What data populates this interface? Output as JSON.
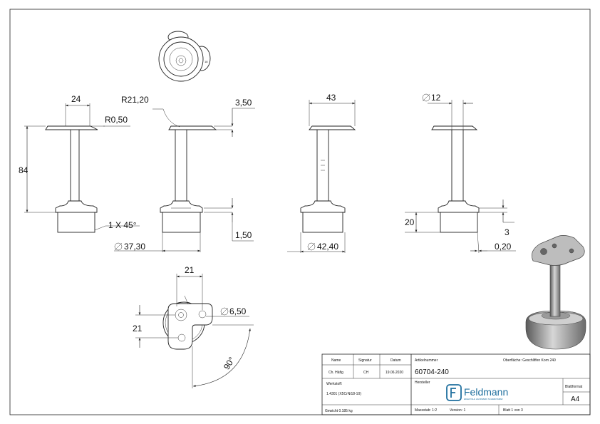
{
  "dimensions": {
    "d24": "24",
    "r21": "R21,20",
    "d350": "3,50",
    "d43": "43",
    "d12": "12",
    "r050": "R0,50",
    "d84": "84",
    "chamfer": "1 X 45°",
    "d150": "1,50",
    "d3730": "37,30",
    "d4240": "42,40",
    "d20": "20",
    "d3": "3",
    "d020": "0,20",
    "d21_top": "21",
    "d21_side": "21",
    "d650": "6,50",
    "angle": "90°"
  },
  "title_block": {
    "name_h": "Name",
    "sign_h": "Signatur",
    "date_h": "Datum",
    "name_v": "Ch. Häfig",
    "sign_v": "CH",
    "date_v": "19.06.2020",
    "art_h": "Artikelnummer",
    "art_v": "60704-240",
    "surface": "Oberfläche: Geschliffen Korn 240",
    "material_h": "Werkstoff:",
    "material_v": "1.4301 (X5CrNi18-10)",
    "maker_h": "Hersteller",
    "logo_text": "Feldmann",
    "logo_sub": "EDELSTAHL HANDWERK SCHWEISSBAR",
    "format_h": "Blattformat",
    "format_v": "A4",
    "weight": "Gewicht 0.185 kg",
    "scale": "Massstab: 1:2",
    "version": "Version: 1",
    "sheet": "Blatt 1 von 3"
  },
  "colors": {
    "logo": "#1f6f9e",
    "line": "#222222"
  }
}
